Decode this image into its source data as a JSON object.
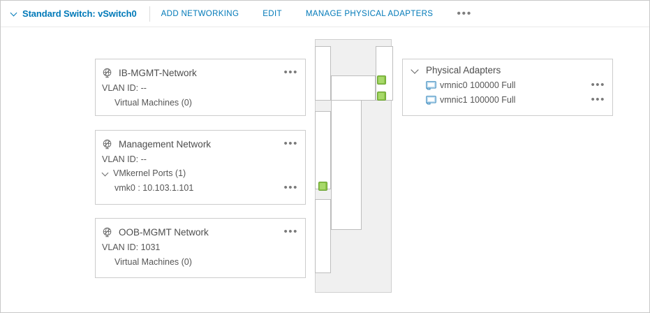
{
  "toolbar": {
    "expand_icon": "chevron-down-icon",
    "title": "Standard Switch: vSwitch0",
    "actions": [
      {
        "label": "ADD NETWORKING"
      },
      {
        "label": "EDIT"
      },
      {
        "label": "MANAGE PHYSICAL ADAPTERS"
      }
    ],
    "more_label": "•••"
  },
  "port_groups": [
    {
      "icon": "network-port-group-icon",
      "name": "IB-MGMT-Network",
      "menu_label": "•••",
      "vlan_label": "VLAN ID: --",
      "children_label": "Virtual Machines (0)"
    },
    {
      "icon": "network-port-group-icon",
      "name": "Management Network",
      "menu_label": "•••",
      "vlan_label": "VLAN ID: --",
      "group_label": "VMkernel Ports (1)",
      "leaf_label": "vmk0 : 10.103.1.101",
      "leaf_menu_label": "•••"
    },
    {
      "icon": "network-port-group-icon",
      "name": "OOB-MGMT Network",
      "menu_label": "•••",
      "vlan_label": "VLAN ID: 1031",
      "children_label": "Virtual Machines (0)"
    }
  ],
  "physical_adapters": {
    "expand_icon": "chevron-down-icon",
    "title": "Physical Adapters",
    "adapters": [
      {
        "icon": "nic-adapter-icon",
        "label": "vmnic0 100000 Full",
        "menu_label": "•••"
      },
      {
        "icon": "nic-adapter-icon",
        "label": "vmnic1 100000 Full",
        "menu_label": "•••"
      }
    ]
  },
  "diagram": {
    "connector_status_color": "#8bc34a",
    "uplink_connectors": 2,
    "vmkernel_connectors": 1
  },
  "colors": {
    "link": "#0079b8",
    "text": "#565656",
    "card_border": "#cccccc",
    "diagram_fill": "#f0f0f0",
    "connector_green": "#8bc34a"
  }
}
